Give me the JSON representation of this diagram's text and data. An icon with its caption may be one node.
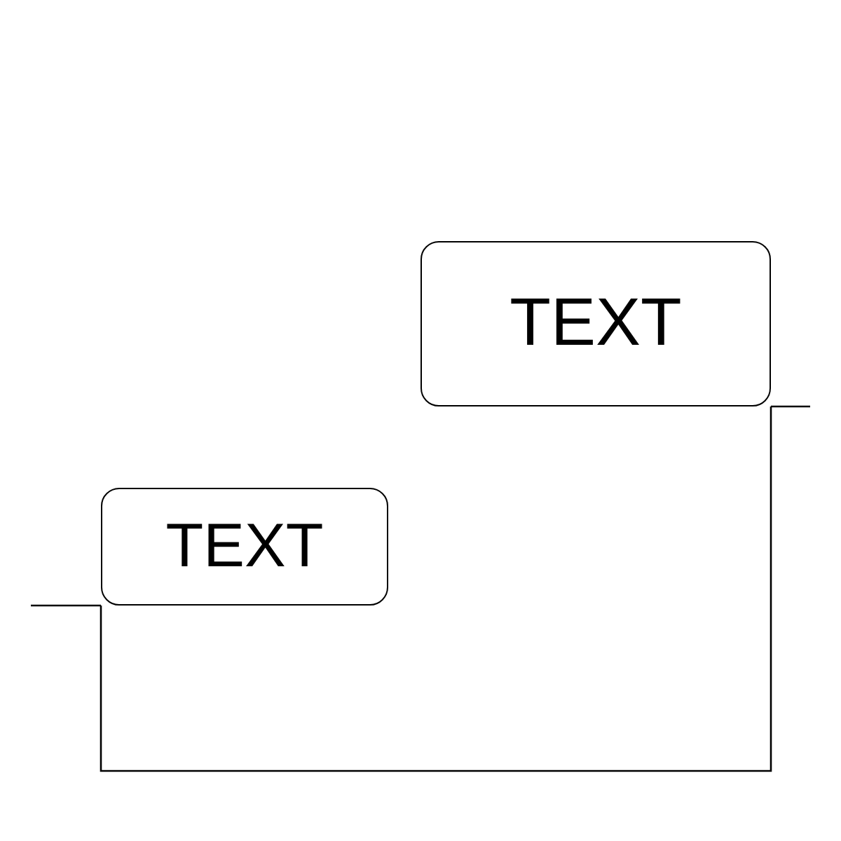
{
  "diagram": {
    "nodes": [
      {
        "text": [
          "TEXT"
        ]
      },
      {
        "text": [
          "TEXT"
        ]
      }
    ],
    "edges": [
      {
        "from": null,
        "to": 0,
        "arrow": "none"
      },
      {
        "from": 0,
        "to": 1,
        "arrow": "none"
      },
      {
        "from": 1,
        "to": null,
        "arrow": "none"
      }
    ]
  }
}
